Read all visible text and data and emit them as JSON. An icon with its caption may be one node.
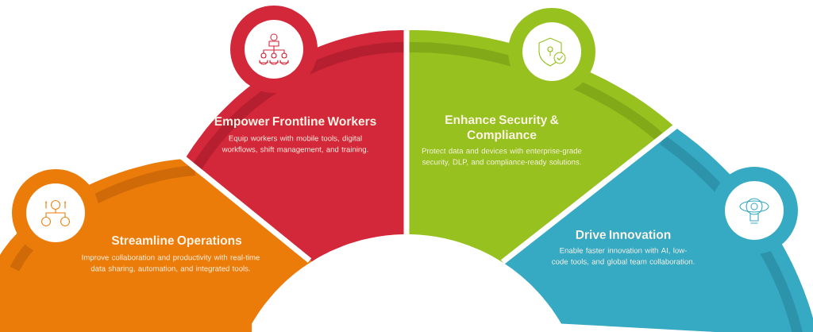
{
  "diagram": {
    "nodes": [
      {
        "text": [
          "Streamline Operations",
          "Improve collaboration and productivity with real-time data sharing, automation, and integrated tools."
        ]
      },
      {
        "text": [
          "Empower Frontline Workers",
          "Equip workers with mobile tools, digital workflows, shift management, and training."
        ]
      },
      {
        "text": [
          "Enhance Security & Compliance",
          "Protect data and devices with enterprise-grade security, DLP, and compliance-ready solutions."
        ]
      },
      {
        "text": [
          "Drive Innovation",
          "Enable faster innovation with AI, low-code tools, and global team collaboration."
        ]
      }
    ]
  }
}
